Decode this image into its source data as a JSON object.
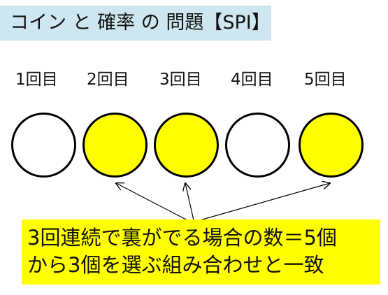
{
  "title": "コイン と 確率 の 問題【SPI】",
  "trials": [
    {
      "label": "1回目",
      "state": "white"
    },
    {
      "label": "2回目",
      "state": "yellow"
    },
    {
      "label": "3回目",
      "state": "yellow"
    },
    {
      "label": "4回目",
      "state": "white"
    },
    {
      "label": "5回目",
      "state": "yellow"
    }
  ],
  "colors": {
    "heads": "#ffffff",
    "tails": "#ffff00",
    "title_background": "#cde6ef",
    "callout_background": "#ffff00"
  },
  "callout": {
    "line1": "3回連続で裏がでる場合の数＝5個",
    "line2": "から3個を選ぶ組み合わせと一致"
  }
}
